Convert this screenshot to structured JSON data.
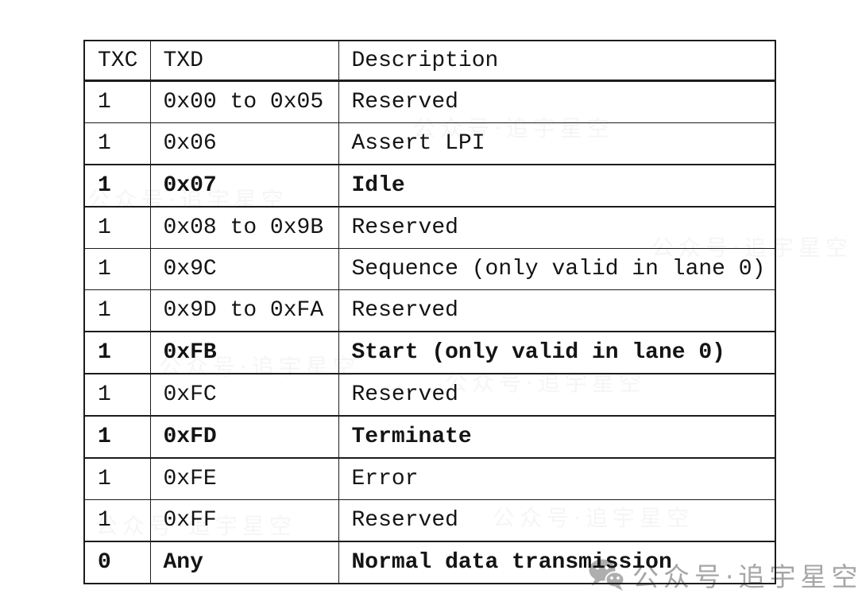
{
  "table": {
    "columns": [
      {
        "label": "TXC"
      },
      {
        "label": "TXD"
      },
      {
        "label": "Description"
      }
    ],
    "rows": [
      {
        "txc": "1",
        "txd": "0x00 to 0x05",
        "description": "Reserved",
        "emphasis": false
      },
      {
        "txc": "1",
        "txd": "0x06",
        "description": "Assert LPI",
        "emphasis": false
      },
      {
        "txc": "1",
        "txd": "0x07",
        "description": "Idle",
        "emphasis": true
      },
      {
        "txc": "1",
        "txd": "0x08 to 0x9B",
        "description": "Reserved",
        "emphasis": false
      },
      {
        "txc": "1",
        "txd": "0x9C",
        "description": "Sequence (only valid in lane 0)",
        "emphasis": false
      },
      {
        "txc": "1",
        "txd": "0x9D to 0xFA",
        "description": "Reserved",
        "emphasis": false
      },
      {
        "txc": "1",
        "txd": "0xFB",
        "description": "Start (only valid in lane 0)",
        "emphasis": true
      },
      {
        "txc": "1",
        "txd": "0xFC",
        "description": "Reserved",
        "emphasis": false
      },
      {
        "txc": "1",
        "txd": "0xFD",
        "description": "Terminate",
        "emphasis": true
      },
      {
        "txc": "1",
        "txd": "0xFE",
        "description": "Error",
        "emphasis": false
      },
      {
        "txc": "1",
        "txd": "0xFF",
        "description": "Reserved",
        "emphasis": false
      },
      {
        "txc": "0",
        "txd": "Any",
        "description": "Normal data transmission",
        "emphasis": true
      }
    ]
  },
  "watermark": {
    "icon": "wechat-icon",
    "text": "公众号·追宇星空",
    "color": "#a6a6a6"
  },
  "colors": {
    "background": "#ffffff",
    "text": "#141414",
    "border": "#1c1c1c",
    "watermark": "#a6a6a6"
  }
}
